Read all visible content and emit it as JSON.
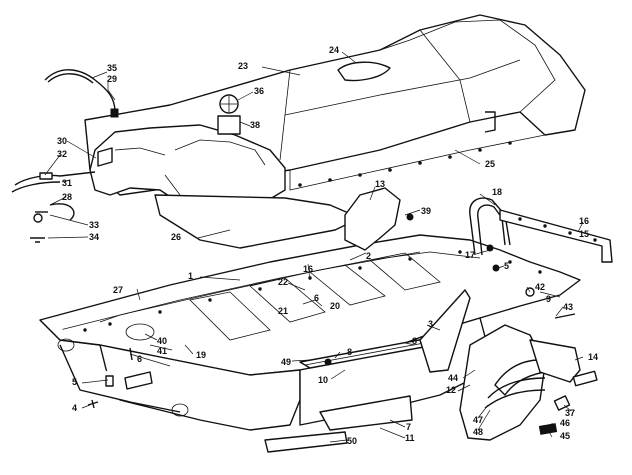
{
  "callouts": {
    "c1": "1",
    "c2": "2",
    "c3": "3",
    "c4": "4",
    "c5": "5",
    "c5b": "5",
    "c6": "6",
    "c6b": "6",
    "c7": "7",
    "c8": "8",
    "c8b": "8",
    "c9": "9",
    "c10": "10",
    "c11": "11",
    "c12": "12",
    "c13": "13",
    "c14": "14",
    "c15": "15",
    "c16": "16",
    "c16b": "16",
    "c17": "17",
    "c18": "18",
    "c19": "19",
    "c20": "20",
    "c21": "21",
    "c22": "22",
    "c23": "23",
    "c24": "24",
    "c25": "25",
    "c26": "26",
    "c27": "27",
    "c28": "28",
    "c29": "29",
    "c30": "30",
    "c31": "31",
    "c32": "32",
    "c33": "33",
    "c34": "34",
    "c35": "35",
    "c36": "36",
    "c37": "37",
    "c38": "38",
    "c39": "39",
    "c40": "40",
    "c41": "41",
    "c42": "42",
    "c43": "43",
    "c44": "44",
    "c45": "45",
    "c46": "46",
    "c47": "47",
    "c48": "48",
    "c49": "49",
    "c50": "50"
  }
}
